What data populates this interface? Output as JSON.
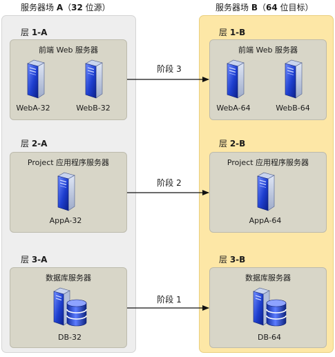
{
  "farm_a": {
    "title_prefix": "服务器场 ",
    "title_letter": "A",
    "title_open": "（",
    "title_count": "32",
    "title_suffix": " 位源）",
    "accent": "#eeeeee"
  },
  "farm_b": {
    "title_prefix": "服务器场 ",
    "title_letter": "B",
    "title_open": "（",
    "title_count": "64",
    "title_suffix": " 位目标）",
    "accent": "#fde7a6"
  },
  "tiers_a": [
    {
      "label_prefix": "层 ",
      "label_id": "1-A",
      "box_title": "前端 Web 服务器",
      "servers": [
        "WebA-32",
        "WebB-32"
      ]
    },
    {
      "label_prefix": "层 ",
      "label_id": "2-A",
      "box_title": "Project 应用程序服务器",
      "servers": [
        "AppA-32"
      ]
    },
    {
      "label_prefix": "层 ",
      "label_id": "3-A",
      "box_title": "数据库服务器",
      "servers": [
        "DB-32"
      ]
    }
  ],
  "tiers_b": [
    {
      "label_prefix": "层 ",
      "label_id": "1-B",
      "box_title": "前端 Web 服务器",
      "servers": [
        "WebA-64",
        "WebB-64"
      ]
    },
    {
      "label_prefix": "层 ",
      "label_id": "2-B",
      "box_title": "Project 应用程序服务器",
      "servers": [
        "AppA-64"
      ]
    },
    {
      "label_prefix": "层 ",
      "label_id": "3-B",
      "box_title": "数据库服务器",
      "servers": [
        "DB-64"
      ]
    }
  ],
  "phases": [
    "阶段 3",
    "阶段 2",
    "阶段 1"
  ],
  "icons": {
    "web_server": "server-tower-icon",
    "app_server": "server-tower-icon",
    "db_server": "database-server-icon"
  }
}
